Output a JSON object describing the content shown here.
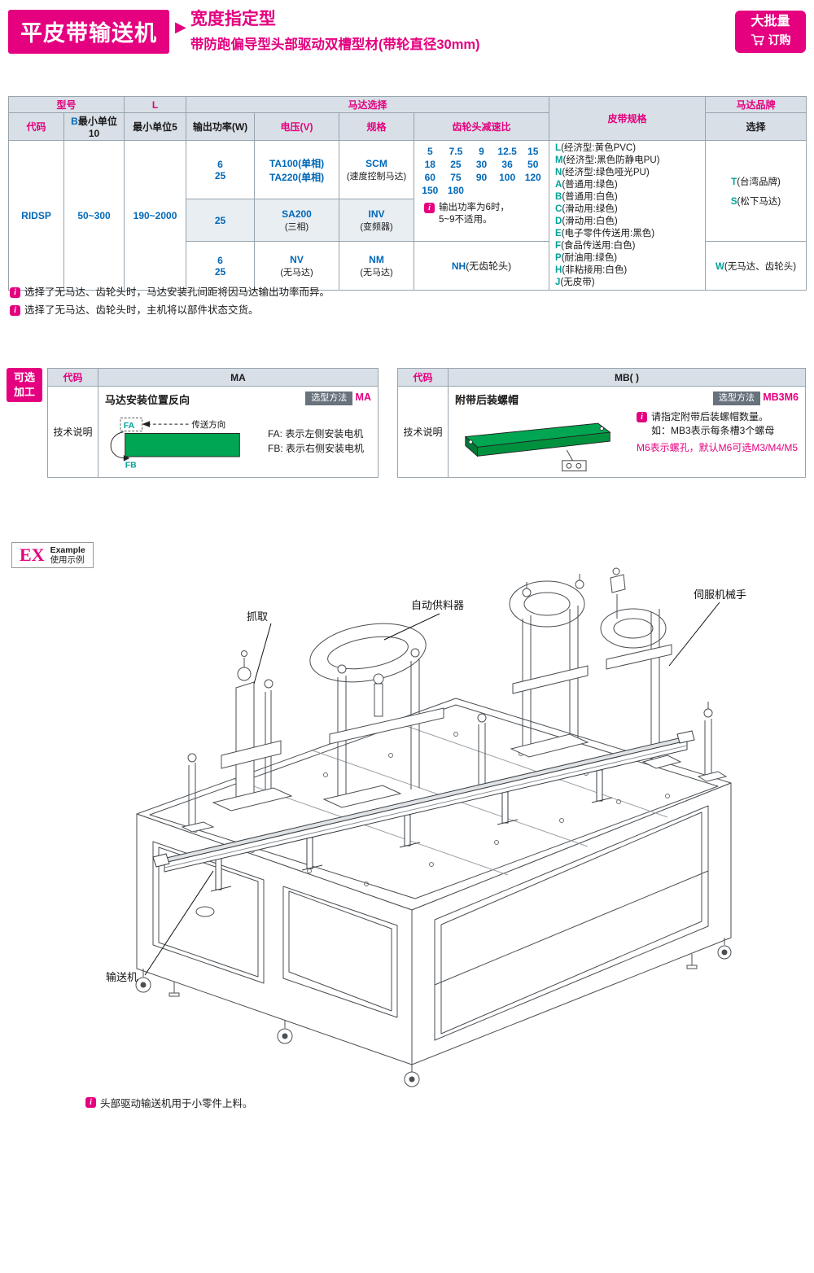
{
  "icons": {
    "info": "i"
  },
  "header": {
    "title": "平皮带输送机",
    "arrow": "▶",
    "type": "宽度指定型",
    "subtitle": "带防跑偏导型头部驱动双槽型材(带轮直径30mm)",
    "badge": {
      "line1": "大批量",
      "line2": "订购"
    }
  },
  "table": {
    "h_model": "型号",
    "h_code": "代码",
    "h_b_prefix": "B",
    "h_b_suffix": "最小单位10",
    "h_l": "L",
    "h_l_sub": "最小单位5",
    "h_motor": "马达选择",
    "h_power": "输出功率(W)",
    "h_voltage": "电压(V)",
    "h_spec": "规格",
    "h_gear": "齿轮头减速比",
    "h_belt": "皮带规格",
    "h_brand": "马达品牌",
    "h_brand_sub": "选择",
    "code": "RIDSP",
    "b_range": "50~300",
    "l_range": "190~2000",
    "row1": {
      "power": [
        "6",
        "25"
      ],
      "voltage": [
        "TA100(单相)",
        "TA220(单相)"
      ],
      "spec_main": "SCM",
      "spec_sub": "(速度控制马达)"
    },
    "row2": {
      "power": "25",
      "voltage_main": "SA200",
      "voltage_sub": "(三相)",
      "spec_main": "INV",
      "spec_sub": "(变频器)"
    },
    "row3": {
      "power": [
        "6",
        "25"
      ],
      "voltage_main": "NV",
      "voltage_sub": "(无马达)",
      "spec_main": "NM",
      "spec_sub": "(无马达)",
      "gear_main": "NH",
      "gear_sub": "(无齿轮头)"
    },
    "gear_nums": [
      "5",
      "7.5",
      "9",
      "12.5",
      "15",
      "18",
      "25",
      "30",
      "36",
      "50",
      "60",
      "75",
      "90",
      "100",
      "120",
      "150",
      "180"
    ],
    "gear_note1": "输出功率为6时，",
    "gear_note2": "5~9不适用。",
    "belt": [
      {
        "c": "L",
        "d": "(经济型:黄色PVC)"
      },
      {
        "c": "M",
        "d": "(经济型:黑色防静电PU)"
      },
      {
        "c": "N",
        "d": "(经济型:绿色哑光PU)"
      },
      {
        "c": "A",
        "d": "(普通用:绿色)"
      },
      {
        "c": "B",
        "d": "(普通用:白色)"
      },
      {
        "c": "C",
        "d": "(滑动用:绿色)"
      },
      {
        "c": "D",
        "d": "(滑动用:白色)"
      },
      {
        "c": "E",
        "d": "(电子零件传送用:黑色)"
      },
      {
        "c": "F",
        "d": "(食品传送用:白色)"
      },
      {
        "c": "P",
        "d": "(耐油用:绿色)"
      },
      {
        "c": "H",
        "d": "(非粘接用:白色)"
      },
      {
        "c": "J",
        "d": "(无皮带)"
      }
    ],
    "brand_t": {
      "c": "T",
      "d": "(台湾品牌)"
    },
    "brand_s": {
      "c": "S",
      "d": "(松下马达)"
    },
    "brand_w": {
      "c": "W",
      "d": "(无马达、齿轮头)"
    }
  },
  "notes": [
    "选择了无马达、齿轮头时，马达安装孔间距将因马达输出功率而异。",
    "选择了无马达、齿轮头时，主机将以部件状态交货。"
  ],
  "optional": {
    "badge1": "可选",
    "badge2": "加工",
    "ma": {
      "h_code": "代码",
      "h_val": "MA",
      "row_label": "技术说明",
      "title": "马达安装位置反向",
      "method_label": "选型方法",
      "method_value": "MA",
      "fa_line": "FA: 表示左侧安装电机",
      "fb_line": "FB: 表示右侧安装电机",
      "diagram": {
        "fa": "FA",
        "fb": "FB",
        "direction": "传送方向"
      }
    },
    "mb": {
      "h_code": "代码",
      "h_val": "MB( )",
      "row_label": "技术说明",
      "title": "附带后装螺帽",
      "method_label": "选型方法",
      "method_value": "MB3M6",
      "note_line1": "请指定附带后装螺帽数量。",
      "note_line2": "如：MB3表示每条槽3个螺母",
      "note_line3": "M6表示螺孔，默认M6可选M3/M4/M5"
    }
  },
  "example": {
    "ex": "EX",
    "example": "Example",
    "usage": "使用示例",
    "labels": {
      "grab": "抓取",
      "feeder": "自动供料器",
      "servo": "伺服机械手",
      "conveyor": "输送机"
    },
    "note": "头部驱动输送机用于小零件上料。"
  }
}
